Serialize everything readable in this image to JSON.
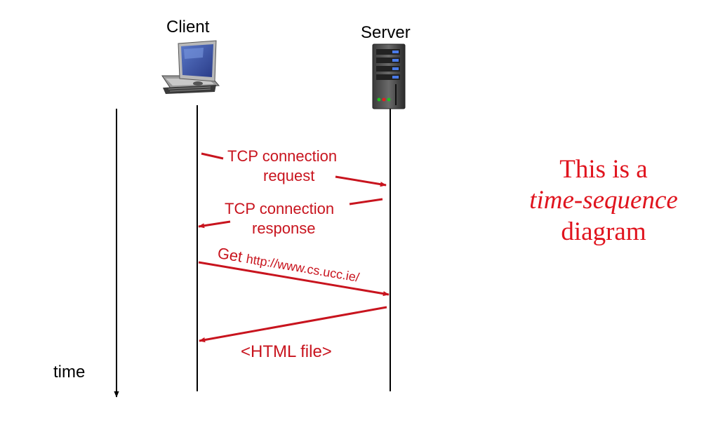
{
  "participants": {
    "client_label": "Client",
    "server_label": "Server"
  },
  "time_label": "time",
  "messages": {
    "syn": {
      "line1": "TCP connection",
      "line2": "request"
    },
    "synack": {
      "line1": "TCP connection",
      "line2": "response"
    },
    "get": {
      "method": "Get",
      "url": "http://www.cs.ucc.ie/"
    },
    "reply": {
      "text": "<HTML file>"
    }
  },
  "note": {
    "line1": "This is a",
    "line2": "time-sequence",
    "line3": "diagram"
  },
  "colors": {
    "message": "#c8141e",
    "note": "#e0141e",
    "lifeline": "#000000"
  },
  "icons": {
    "client": "desktop-computer-icon",
    "server": "server-tower-icon"
  }
}
